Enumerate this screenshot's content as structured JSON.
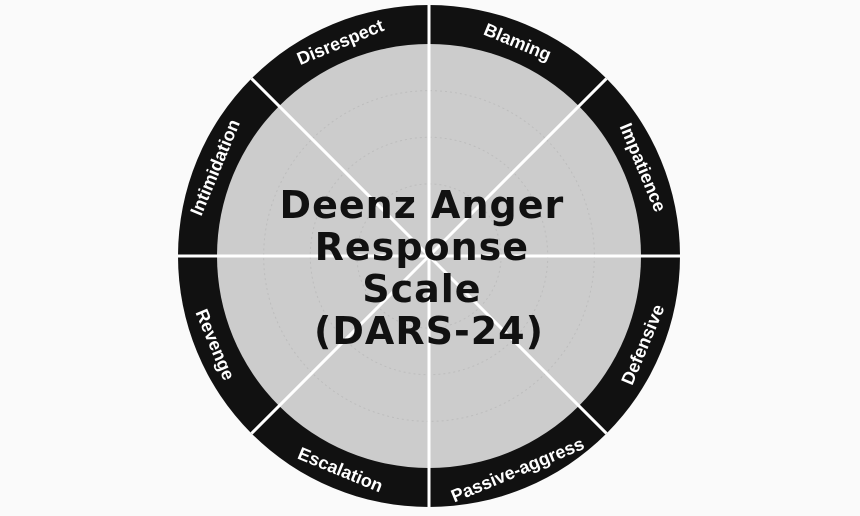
{
  "title_lines": [
    "Deenz Anger",
    "Response",
    "Scale",
    "(DARS-24)"
  ],
  "segments": [
    {
      "label": "Blaming"
    },
    {
      "label": "Impatience"
    },
    {
      "label": "Defensive"
    },
    {
      "label": "Passive-aggress"
    },
    {
      "label": "Escalation"
    },
    {
      "label": "Revenge"
    },
    {
      "label": "Intimidation"
    },
    {
      "label": "Disrespect"
    }
  ],
  "colors": {
    "ring": "#111111",
    "fill": "#cccccc",
    "divider": "#ffffff",
    "grid": "#bdbdbd",
    "background": "#fafafa"
  }
}
